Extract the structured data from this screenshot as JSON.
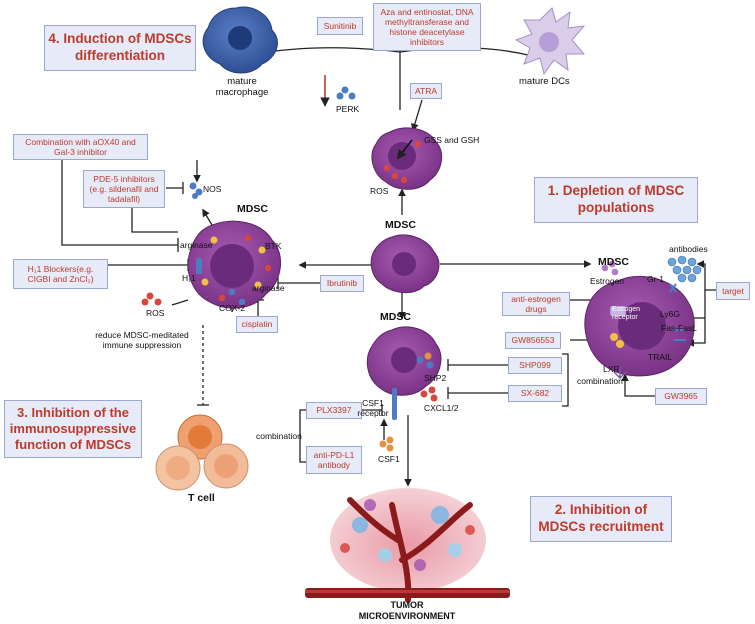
{
  "headings": {
    "induction": "4. Induction of MDSCs differentiation",
    "depletion": "1.  Depletion of MDSC populations",
    "inhibition_function": "3. Inhibition of the immunosuppressive function of MDSCs",
    "recruitment": "2. Inhibition of MDSCs recruitment"
  },
  "drugs": {
    "sunitinib": "Sunitinib",
    "aza": "Aza and entinostat, DNA methyltransferase and histone deacetylase inhibitors",
    "atra": "ATRA",
    "aox40": "Combination with aOX40 and Gal-3 inhibitor",
    "pde5": "PDE-5 inhibitors (e.g. sildenafil and tadalafil)",
    "h1_blockers": "H₁1 Blockers(e.g. CIGBI  and ZnCl₂)",
    "ibrutinib": "Ibrutinib",
    "cisplatin": "cisplatin",
    "anti_estrogen": "anti-estrogen drugs",
    "gw856553": "GW856553",
    "target": "target",
    "gw3965": "GW3965",
    "shp099": "SHP099",
    "sx682": "SX-682",
    "plx3397": "PLX3397",
    "anti_pdl1": "anti-PD-L1 antibody"
  },
  "labels": {
    "mature_macrophage": "mature macrophage",
    "mature_dcs": "mature DCs",
    "perk": "PERK",
    "gss_gsh": "GSS and GSH",
    "ros_top": "ROS",
    "nos": "NOS",
    "mdsc_left": "MDSC",
    "mdsc_center": "MDSC",
    "mdsc_right": "MDSC",
    "mdsc_bottom": "MDSC",
    "btk": "BTK",
    "arginase_1": "arginase",
    "arginase_2": "arginase",
    "h1": "H₁1",
    "ros_left": "ROS",
    "cox2": "COX-2",
    "reduce": "reduce MDSC-meditated immune suppression",
    "tcell": "T cell",
    "estrogen": "Estrogen",
    "estrogen_receptor": "Estrogen receptor",
    "gr1": "Gr-1",
    "antibodies": "antibodies",
    "ly6g": "Ly6G",
    "fas": "Fas-FasL",
    "trail": "TRAIL",
    "lxr": "LXR",
    "csf1_receptor": "CSF1 receptor",
    "shp2": "SHP2",
    "cxcl": "CXCL1/2",
    "csf1": "CSF1",
    "combination_left": "combination",
    "combination_right": "combination",
    "tumor": "TUMOR MICROENVIRONMENT"
  },
  "colors": {
    "accent_red": "#c0392b",
    "box_fill": "#e6ebf7",
    "box_border": "#9aa8cf",
    "mdsc_purple": "#8a3f95",
    "mdsc_nucleus": "#6a2c7a",
    "macrophage_blue": "#3f63b0",
    "dc_lavender": "#cdbde3",
    "tcell_orange": "#e8925a",
    "vessel_red": "#8b1a1a"
  }
}
